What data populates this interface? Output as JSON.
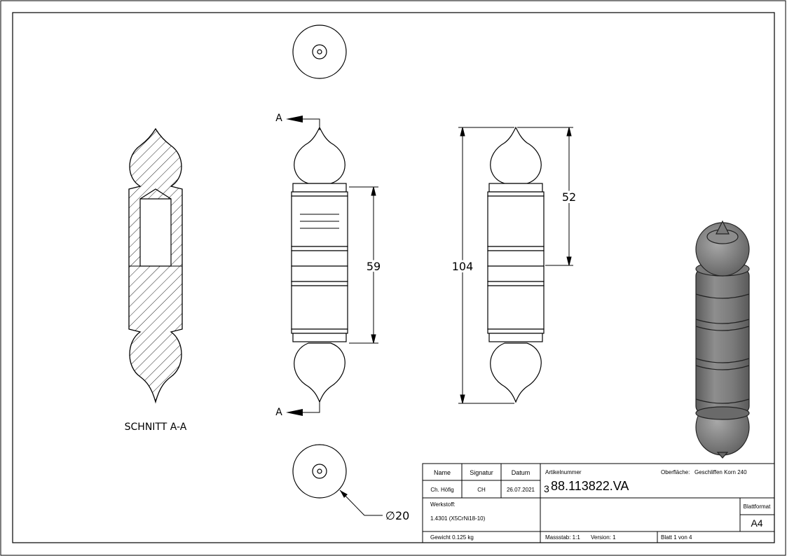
{
  "section": {
    "title": "SCHNITT A-A",
    "arrow_letter_top": "A",
    "arrow_letter_bottom": "A"
  },
  "dimensions": {
    "d59": "59",
    "d104": "104",
    "d52": "52",
    "diameter": "∅20"
  },
  "title_block": {
    "headers": {
      "name": "Name",
      "signature": "Signatur",
      "date": "Datum"
    },
    "row": {
      "name": "Ch. Höfig",
      "signature": "CH",
      "date": "26.07.2021"
    },
    "article_label": "Artikelnummer",
    "article_number_prefix": "3",
    "article_number": "88.113822.VA",
    "surface_label": "Oberfläche:",
    "surface_value": "Geschliffen Korn 240",
    "material_label": "Werkstoff:",
    "material_value": "1.4301 (X5CrNi18-10)",
    "format_label": "Blattformat",
    "format_value": "A4",
    "weight": "Gewicht 0.125 kg",
    "scale": "Massstab: 1:1",
    "version": "Version: 1",
    "sheet": "Blatt 1 von 4"
  }
}
